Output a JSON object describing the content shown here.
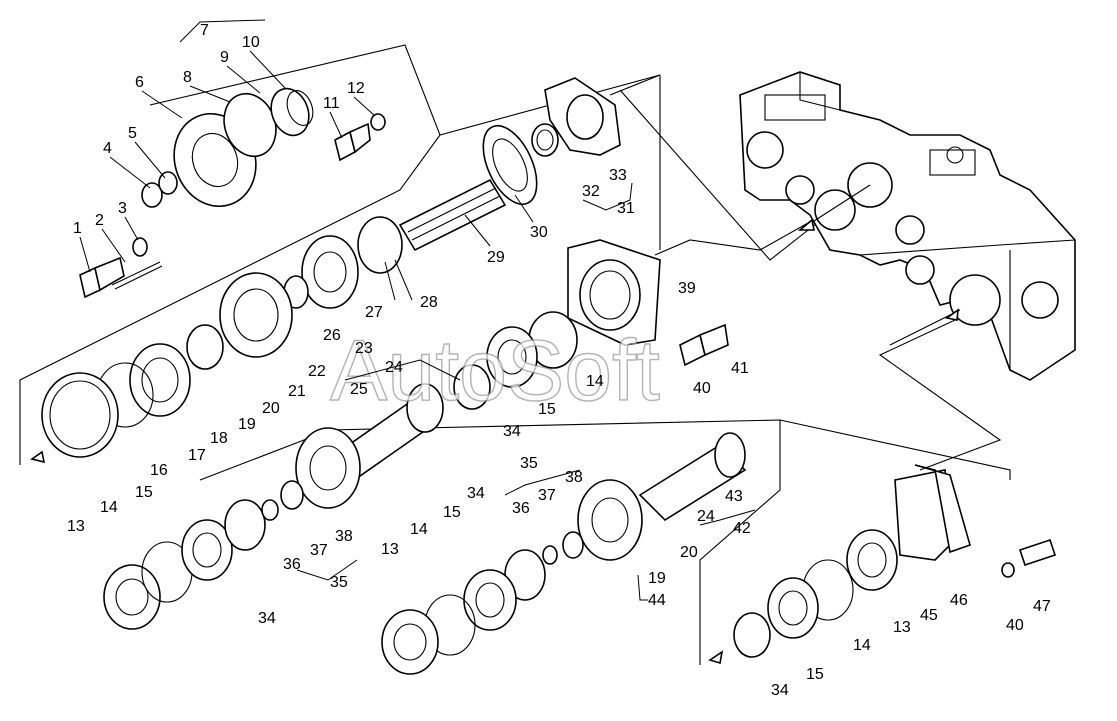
{
  "watermark": "AutoSoft",
  "callouts": [
    "1",
    "2",
    "3",
    "4",
    "5",
    "6",
    "7",
    "8",
    "9",
    "10",
    "11",
    "12",
    "13",
    "14",
    "15",
    "16",
    "17",
    "18",
    "19",
    "20",
    "21",
    "22",
    "23",
    "24",
    "25",
    "26",
    "27",
    "28",
    "29",
    "30",
    "31",
    "32",
    "33",
    "34",
    "35",
    "36",
    "37",
    "38",
    "39",
    "40",
    "41",
    "42",
    "43",
    "44",
    "45",
    "46",
    "47"
  ],
  "icons": {
    "housing": "gearbox-housing-icon",
    "shaft": "splined-shaft-icon",
    "gear": "spur-gear-icon",
    "bearing": "ball-bearing-icon",
    "bolt": "bolt-icon",
    "cover": "cover-plate-icon"
  },
  "colors": {
    "line": "#000000",
    "background": "#ffffff",
    "watermark": "#9a9a9a"
  }
}
